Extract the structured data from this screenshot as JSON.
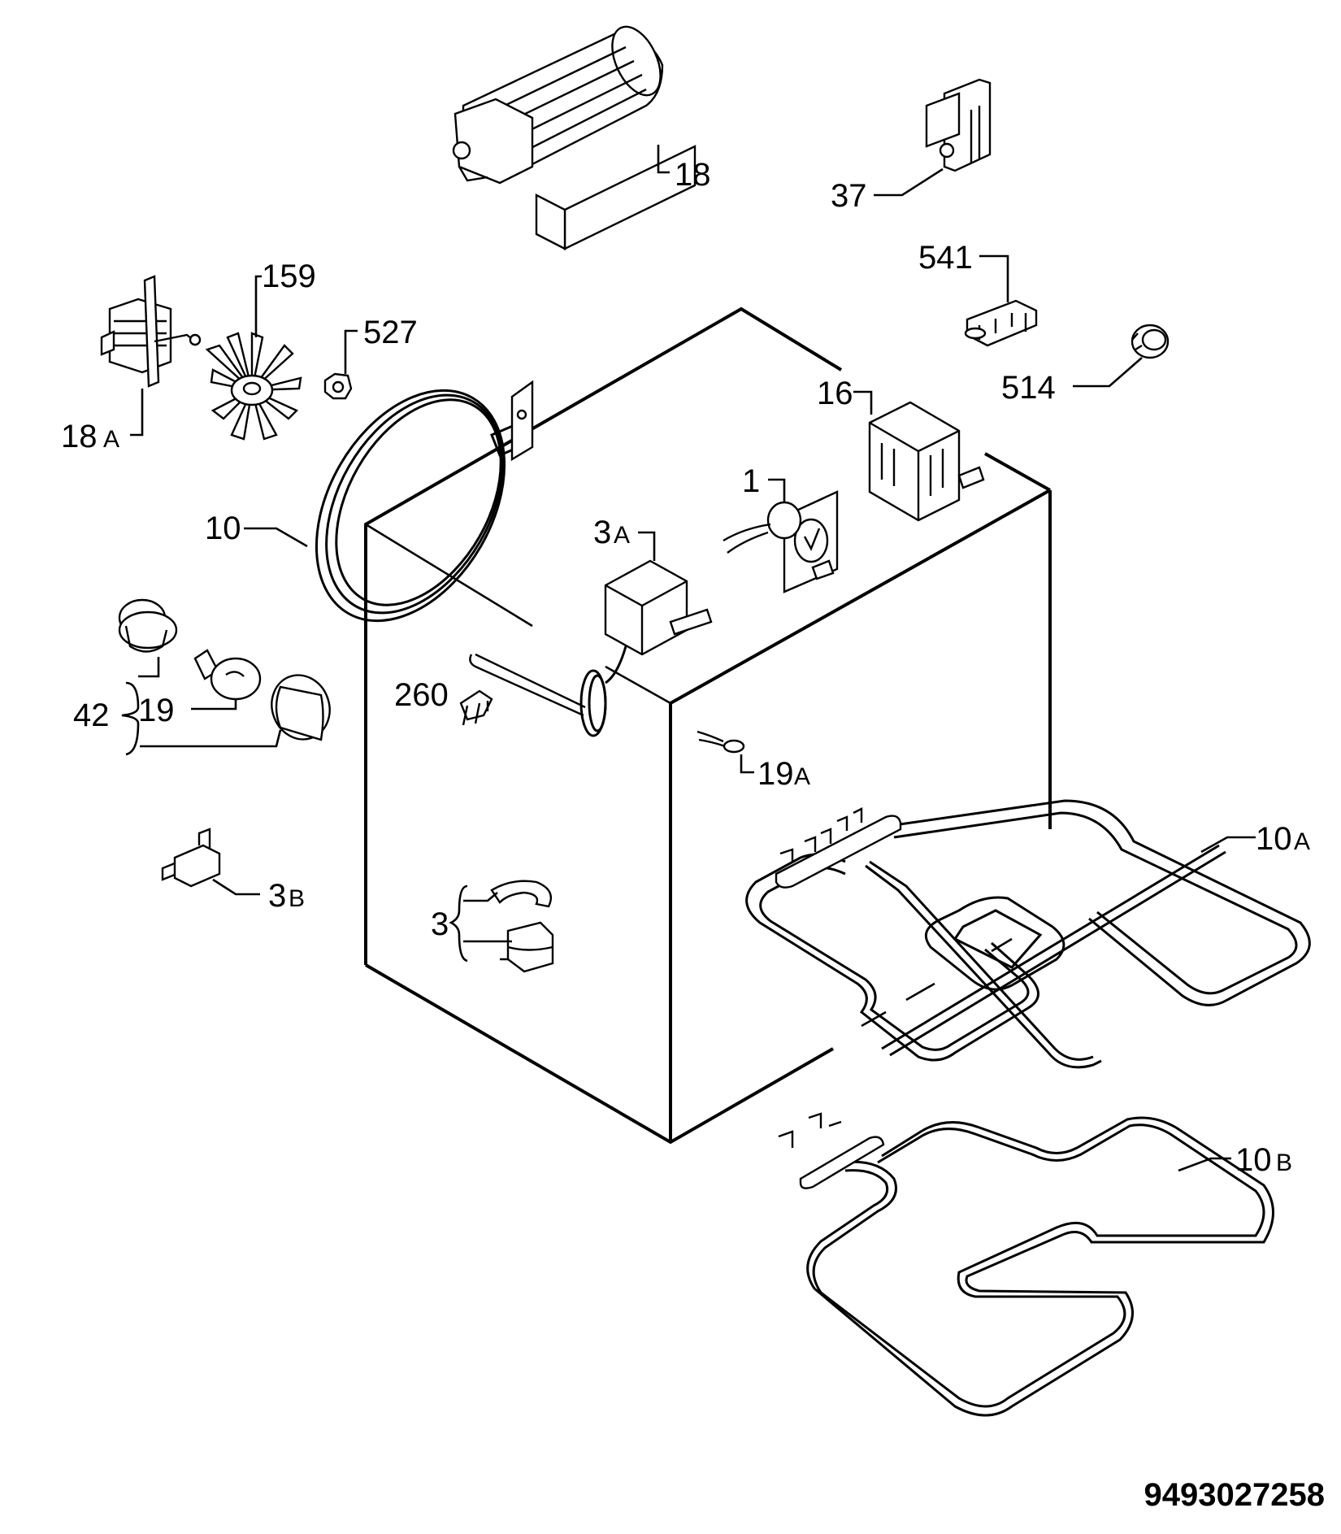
{
  "document_number": "9493027258",
  "parts": [
    {
      "id": "p18",
      "label": "18"
    },
    {
      "id": "p37",
      "label": "37"
    },
    {
      "id": "p541",
      "label": "541"
    },
    {
      "id": "p514",
      "label": "514"
    },
    {
      "id": "p159",
      "label": "159"
    },
    {
      "id": "p527",
      "label": "527"
    },
    {
      "id": "p18a",
      "label": "18",
      "suffix": "A"
    },
    {
      "id": "p16",
      "label": "16"
    },
    {
      "id": "p1",
      "label": "1"
    },
    {
      "id": "p10",
      "label": "10"
    },
    {
      "id": "p3a",
      "label": "3",
      "suffix": "A"
    },
    {
      "id": "p42",
      "label": "42"
    },
    {
      "id": "p19",
      "label": "19"
    },
    {
      "id": "p260",
      "label": "260"
    },
    {
      "id": "p19a",
      "label": "19",
      "suffix": "A"
    },
    {
      "id": "p10a",
      "label": "10",
      "suffix": "A"
    },
    {
      "id": "p3b",
      "label": "3",
      "suffix": "B"
    },
    {
      "id": "p3",
      "label": "3"
    },
    {
      "id": "p10b",
      "label": "10",
      "suffix": "B"
    }
  ]
}
